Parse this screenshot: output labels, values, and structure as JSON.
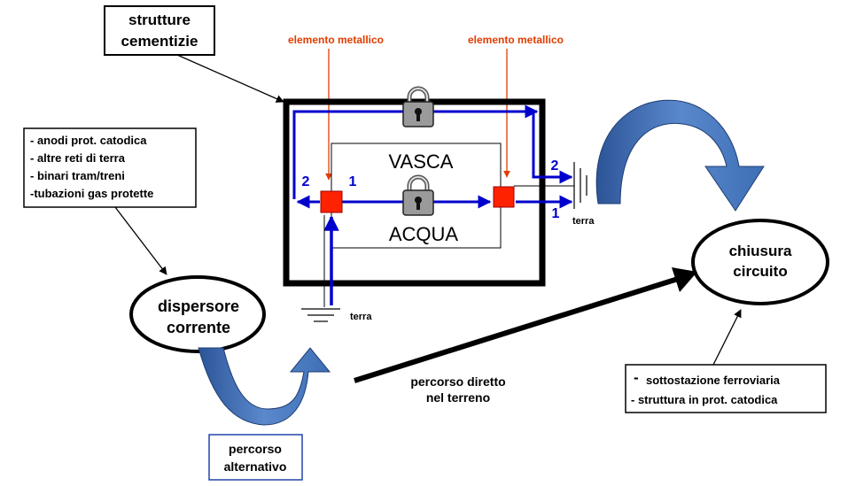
{
  "labels": {
    "strutture_line1": "strutture",
    "strutture_line2": "cementizie",
    "metal_left": "elemento metallico",
    "metal_right": "elemento metallico",
    "sources_line1": "- anodi prot. catodica",
    "sources_line2": "- altre reti di terra",
    "sources_line3": "- binari tram/treni",
    "sources_line4": "-tubazioni gas protette",
    "vasca": "VASCA",
    "acqua": "ACQUA",
    "num_2_left": "2",
    "num_1_left": "1",
    "num_2_right": "2",
    "num_1_right": "1",
    "terra_right": "terra",
    "terra_bottom": "terra",
    "chiusura_line1": "chiusura",
    "chiusura_line2": "circuito",
    "dispersore_line1": "dispersore",
    "dispersore_line2": "corrente",
    "percorso_diretto_line1": "percorso diretto",
    "percorso_diretto_line2": "nel terreno",
    "sottostazione_line1": "sottostazione ferroviaria",
    "sottostazione_dash": "-",
    "sottostazione_line2": "- struttura in prot. catodica",
    "percorso_alt_line1": "percorso",
    "percorso_alt_line2": "alternativo"
  },
  "colors": {
    "current": "#0000cc",
    "metal": "#ff2200",
    "metal_label": "#e03c00",
    "arrow_fill": "#3d6fb5",
    "arrow_dark": "#1f3d72",
    "border": "#000000"
  },
  "icons": [
    "lock-icon",
    "ground-icon"
  ]
}
